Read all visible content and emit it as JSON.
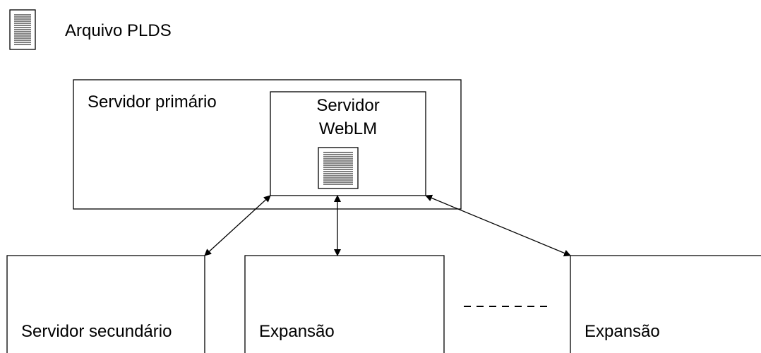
{
  "legend": {
    "label": "Arquivo PLDS",
    "icon": "document-icon"
  },
  "primary": {
    "label": "Servidor primário"
  },
  "weblm": {
    "line1": "Servidor",
    "line2": "WebLM",
    "icon": "document-icon"
  },
  "bottom": {
    "secondary": "Servidor secundário",
    "expansion1": "Expansão",
    "expansion2": "Expansão"
  }
}
